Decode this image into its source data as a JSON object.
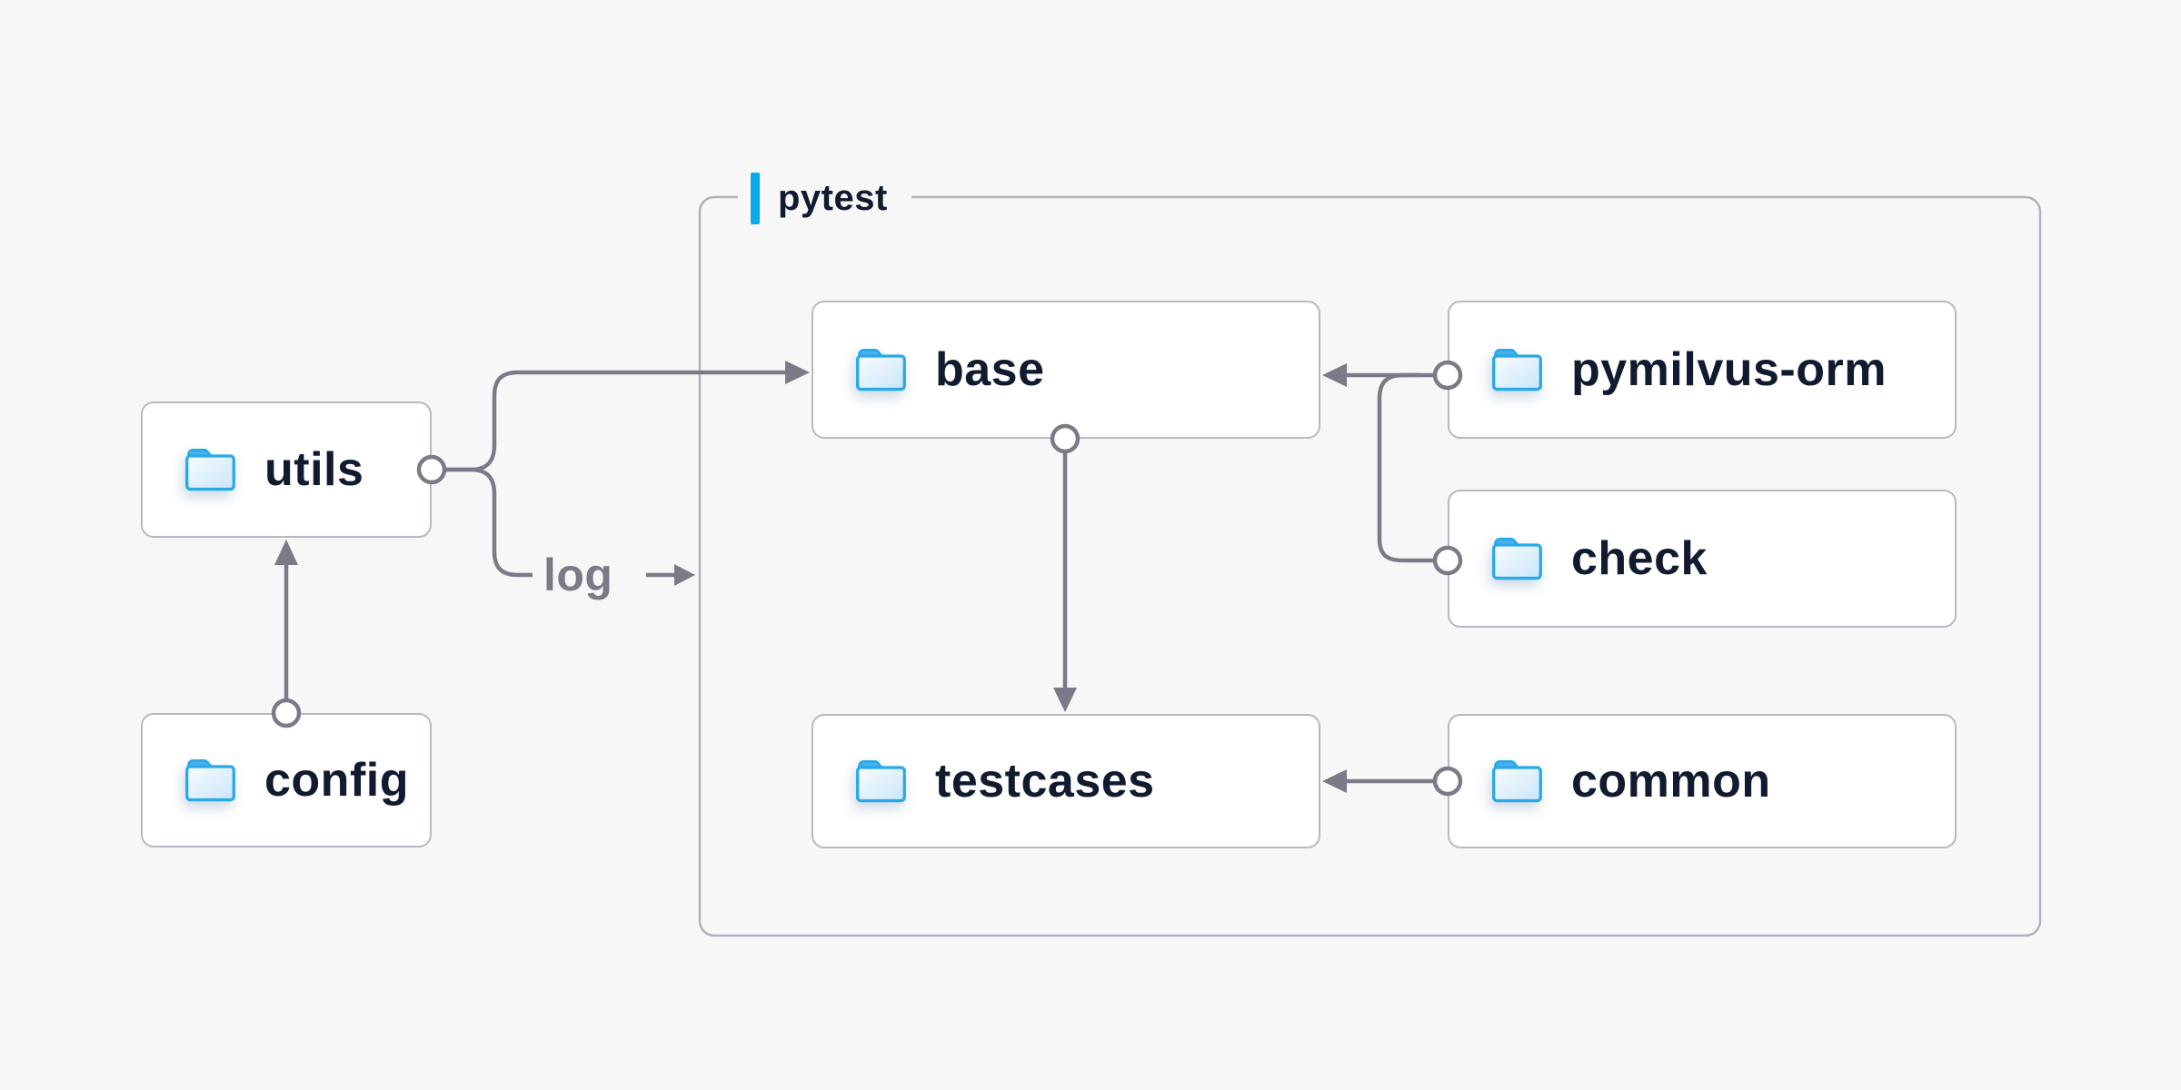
{
  "group_label": "pytest",
  "nodes": [
    {
      "id": "utils",
      "label": "utils",
      "icon": "folder-icon"
    },
    {
      "id": "config",
      "label": "config",
      "icon": "folder-icon"
    },
    {
      "id": "base",
      "label": "base",
      "icon": "folder-icon"
    },
    {
      "id": "pymilvus-orm",
      "label": "pymilvus-orm",
      "icon": "folder-icon"
    },
    {
      "id": "check",
      "label": "check",
      "icon": "folder-icon"
    },
    {
      "id": "testcases",
      "label": "testcases",
      "icon": "folder-icon"
    },
    {
      "id": "common",
      "label": "common",
      "icon": "folder-icon"
    }
  ],
  "edges": [
    {
      "from": "config",
      "to": "utils"
    },
    {
      "from": "utils",
      "to": "base"
    },
    {
      "from": "utils",
      "to": "pytest",
      "label": "log"
    },
    {
      "from": "pymilvus-orm",
      "to": "base"
    },
    {
      "from": "check",
      "to": "base"
    },
    {
      "from": "base",
      "to": "testcases"
    },
    {
      "from": "common",
      "to": "testcases"
    }
  ],
  "colors": {
    "background": "#f7f7f8",
    "node_fill": "#ffffff",
    "node_border": "#b9b7c1",
    "group_border": "#b3b1bb",
    "connector": "#7b7b87",
    "text": "#111b30",
    "edge_label_text": "#7b7b87",
    "accent_bar": "#09a9ee",
    "folder_stroke": "#2aa9e9",
    "folder_tab": "#49b2ea",
    "folder_fill_light": "#f6fbfe",
    "folder_fill_dark": "#cde8f8"
  }
}
